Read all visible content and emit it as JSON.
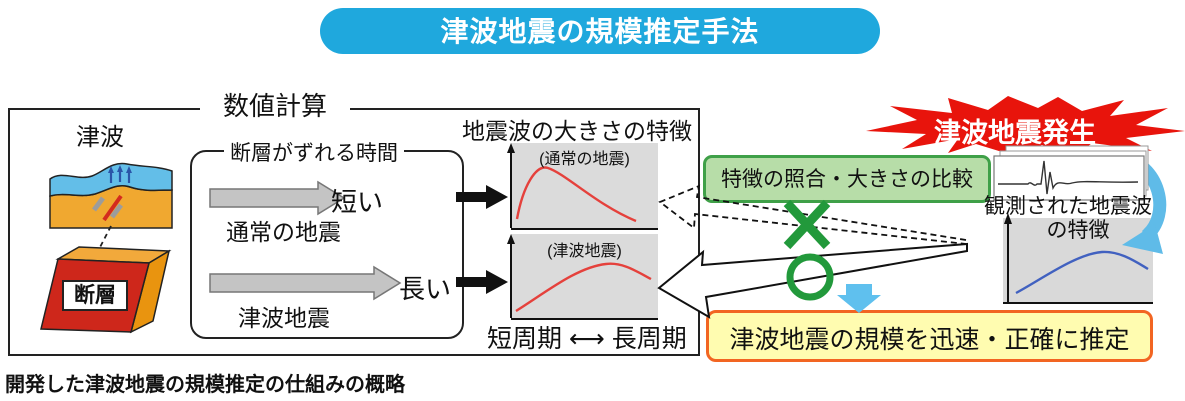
{
  "title": "津波地震の規模推定手法",
  "caption": "開発した津波地震の規模推定の仕組みの概略",
  "numerical": {
    "label": "数値計算",
    "tsunami": "津波",
    "fault": "断層",
    "slip": {
      "label": "断層がずれる時間",
      "rows": [
        {
          "duration": "短い",
          "quake": "通常の地震"
        },
        {
          "duration": "長い",
          "quake": "津波地震"
        }
      ]
    }
  },
  "spectra": {
    "heading": "地震波の大きさの特徴",
    "normal_label": "(通常の地震)",
    "tsunami_label": "(津波地震)",
    "axis": "短周期 ⟷ 長周期"
  },
  "flow": {
    "burst": "津波地震発生",
    "compare": "特徴の照合・大きさの比較",
    "observed_line1": "観測された地震波",
    "observed_line2": "の特徴",
    "mismatch_mark": "✕",
    "match_mark": "○",
    "result": "津波地震の規模を迅速・正確に推定"
  },
  "icons": {
    "uplift_arrows": "three-blue-up-arrows",
    "loop_arrow": "blue-curved-arrow",
    "down_arrow": "blue-down-arrow",
    "x_mark": "green-x-mismatch",
    "o_mark": "green-circle-match"
  },
  "colors": {
    "title_bg": "#1FA8DD",
    "burst_red": "#E8140C",
    "compare_green_fill": "#B7DDA8",
    "compare_green_border": "#3FA048",
    "result_yellow_fill": "#FFFCB0",
    "result_orange_border": "#F26522",
    "match_green": "#22993B",
    "flow_blue": "#5FC0EE",
    "curve_red": "#E5413C",
    "curve_blue": "#4161C0",
    "panel_gray": "#DBDBDB",
    "water_blue": "#63BEE8",
    "ground_orange": "#F0A830",
    "fault_red": "#CE271B"
  }
}
